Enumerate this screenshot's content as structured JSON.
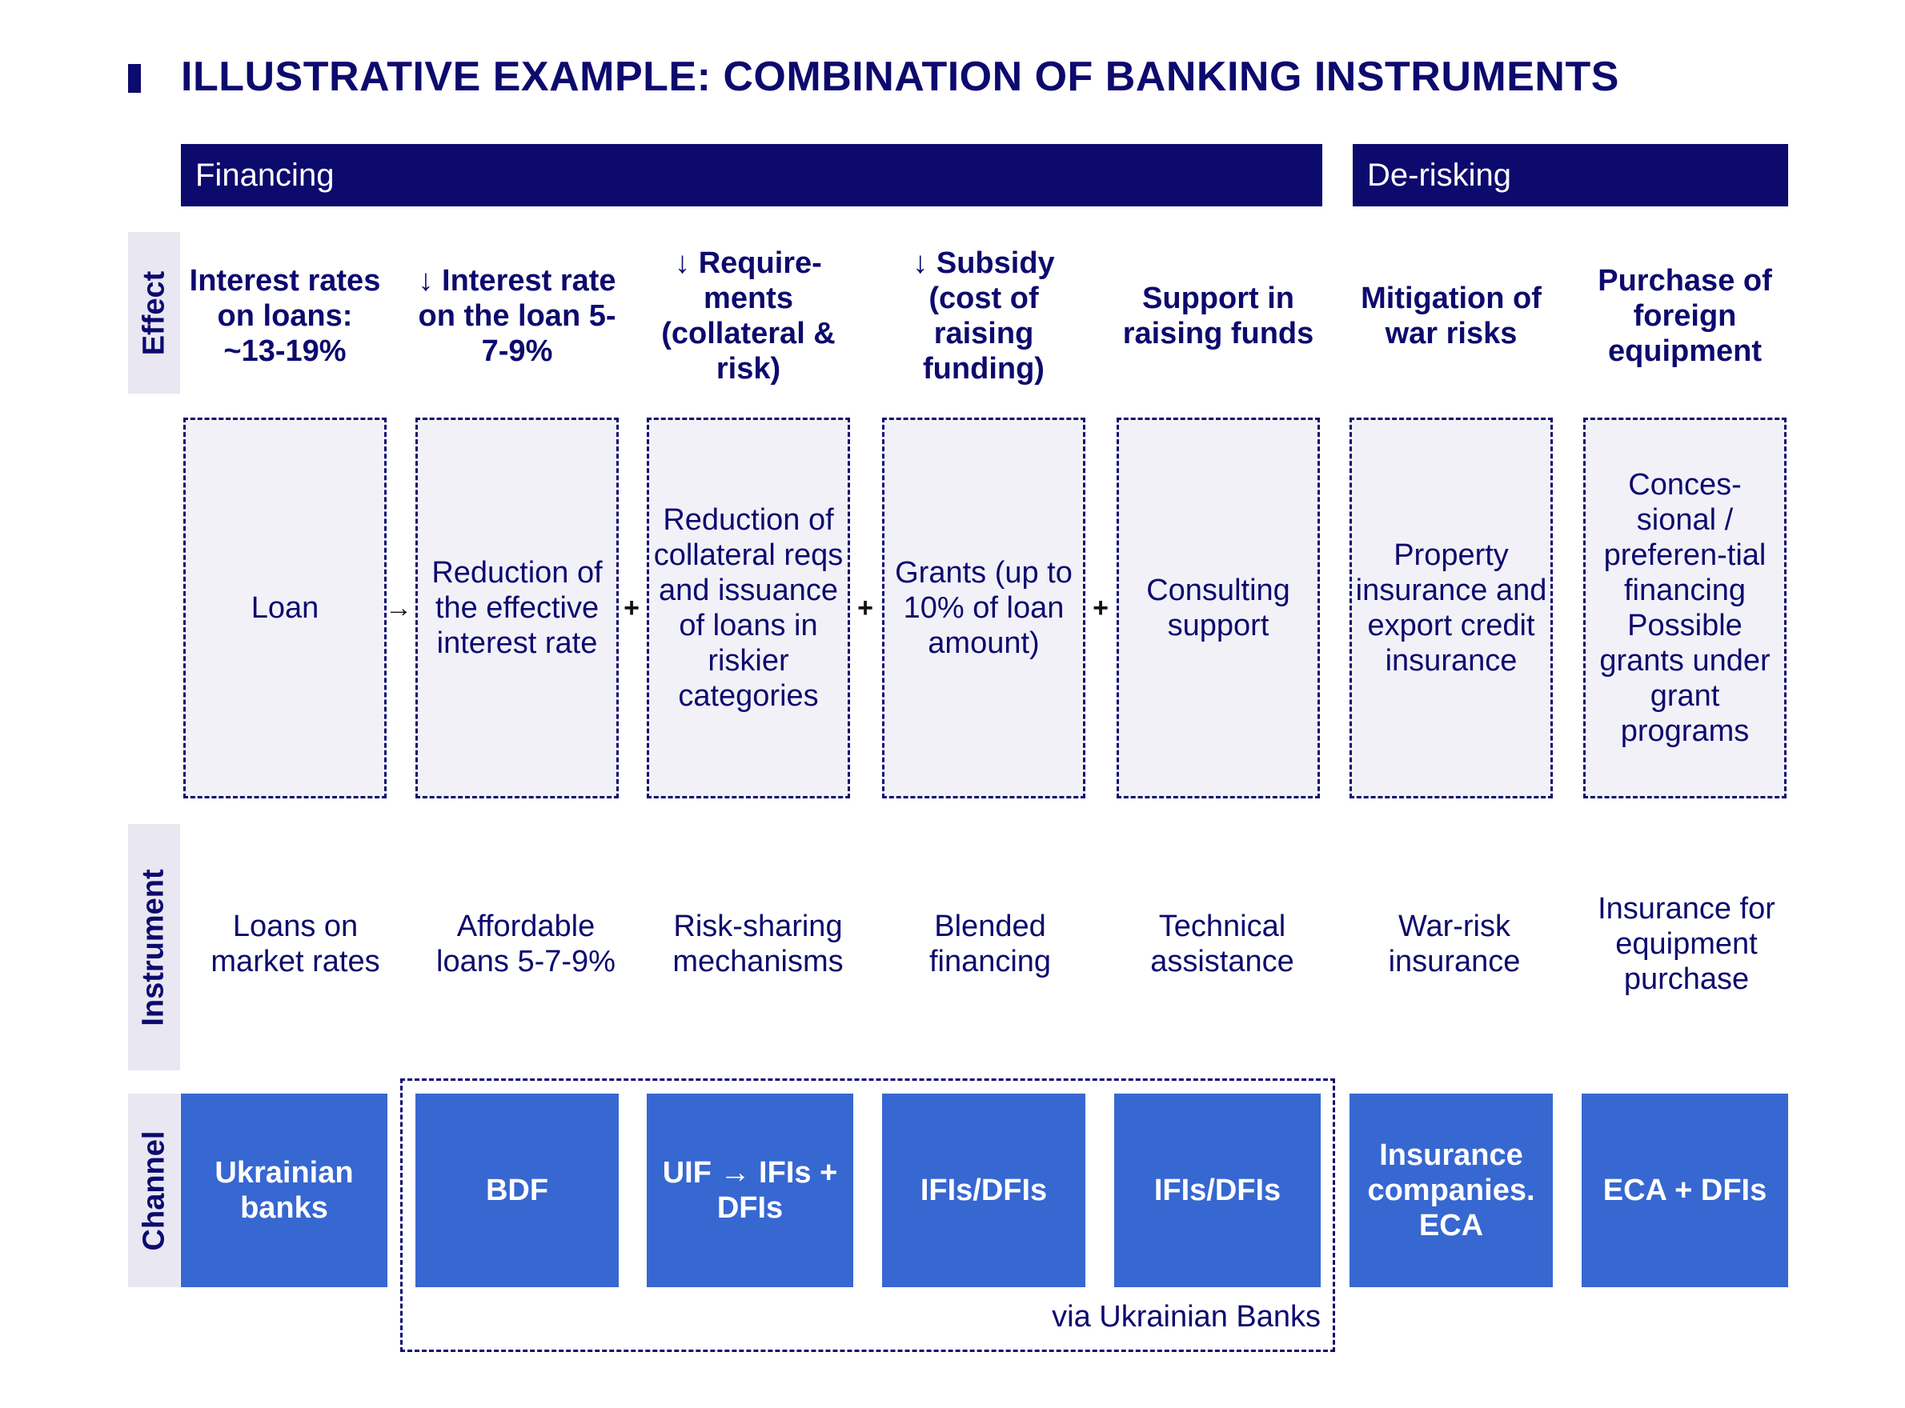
{
  "title": "ILLUSTRATIVE EXAMPLE: COMBINATION OF BANKING INSTRUMENTS",
  "groups": {
    "financing": "Financing",
    "derisking": "De-risking"
  },
  "rows": {
    "effect": "Effect",
    "instrument": "Instrument",
    "channel": "Channel"
  },
  "effects": [
    "Interest rates on loans: ~13-19%",
    "↓ Interest rate on the loan 5-7-9%",
    "↓ Require-ments (collateral & risk)",
    "↓ Subsidy (cost of raising funding)",
    "Support in raising funds",
    "Mitigation of war risks",
    "Purchase of foreign equipment"
  ],
  "mechanisms": [
    "Loan",
    "Reduction of the effective interest rate",
    "Reduction of collateral reqs and issuance of loans in riskier categories",
    "Grants (up to 10% of loan amount)",
    "Consulting support",
    "Property insurance and export credit insurance",
    "Conces-sional / preferen-tial financing Possible grants under grant programs"
  ],
  "operators": [
    "→",
    "+",
    "+",
    "+"
  ],
  "instruments": [
    "Loans on market rates",
    "Affordable loans 5-7-9%",
    "Risk-sharing mechanisms",
    "Blended financing",
    "Technical assistance",
    "War-risk insurance",
    "Insurance for equipment purchase"
  ],
  "channels": [
    "Ukrainian banks",
    "BDF",
    "UIF → IFIs + DFIs",
    "IFIs/DFIs",
    "IFIs/DFIs",
    "Insurance companies. ECA",
    "ECA + DFIs"
  ],
  "via_label": "via Ukrainian Banks",
  "colors": {
    "navy": "#0d0a6e",
    "channel_blue": "#3767d1",
    "light_box": "#f2f1f8",
    "side_label_bg": "#e9e7f1"
  }
}
